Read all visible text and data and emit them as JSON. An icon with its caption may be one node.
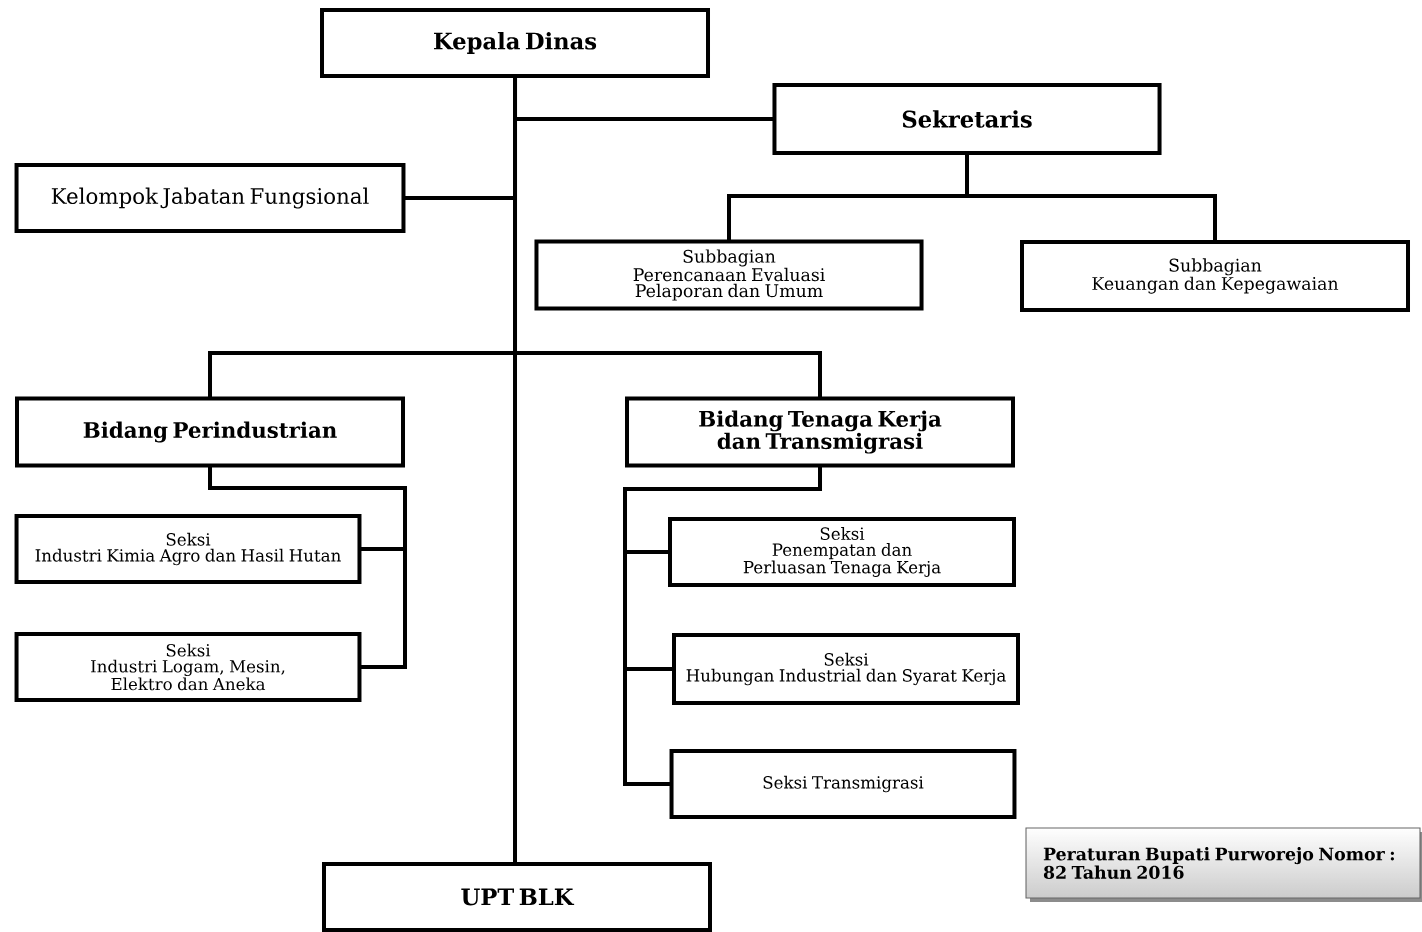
{
  "diagram": {
    "nodes": [
      {
        "text": [
          "Kepala Dinas"
        ]
      },
      {
        "text": [
          "Sekretaris"
        ]
      },
      {
        "text": [
          "Kelompok Jabatan Fungsional"
        ]
      },
      {
        "text": [
          "Subbagian",
          "Perencanaan Evaluasi Pelaporan dan Umum"
        ]
      },
      {
        "text": [
          "Subbagian",
          "Keuangan dan Kepegawaian"
        ]
      },
      {
        "text": [
          "Bidang Perindustrian"
        ]
      },
      {
        "text": [
          "Bidang Tenaga Kerja dan Transmigrasi"
        ]
      },
      {
        "text": [
          "Seksi",
          "Industri Kimia Agro dan Hasil Hutan"
        ]
      },
      {
        "text": [
          "Seksi",
          "Industri Logam, Mesin, Elektro dan Aneka"
        ]
      },
      {
        "text": [
          "Seksi",
          "Penempatan dan Perluasan Tenaga Kerja"
        ]
      },
      {
        "text": [
          "Seksi",
          "Hubungan Industrial dan Syarat Kerja"
        ]
      },
      {
        "text": [
          "Seksi Transmigrasi"
        ]
      },
      {
        "text": [
          "UPT BLK"
        ]
      },
      {
        "text": [
          "Peraturan Bupati Purworejo Nomor : 82 Tahun 2016"
        ]
      }
    ],
    "edges": [
      {
        "from": 0,
        "to": 1,
        "arrow": "none"
      },
      {
        "from": 0,
        "to": 2,
        "arrow": "none"
      },
      {
        "from": 0,
        "to": 5,
        "arrow": "none"
      },
      {
        "from": 0,
        "to": 6,
        "arrow": "none"
      },
      {
        "from": 0,
        "to": 12,
        "arrow": "none"
      },
      {
        "from": 1,
        "to": 3,
        "arrow": "none"
      },
      {
        "from": 1,
        "to": 4,
        "arrow": "none"
      },
      {
        "from": 5,
        "to": 7,
        "arrow": "none"
      },
      {
        "from": 5,
        "to": 8,
        "arrow": "none"
      },
      {
        "from": 6,
        "to": 9,
        "arrow": "none"
      },
      {
        "from": 6,
        "to": 10,
        "arrow": "none"
      },
      {
        "from": 6,
        "to": 11,
        "arrow": "none"
      }
    ]
  }
}
